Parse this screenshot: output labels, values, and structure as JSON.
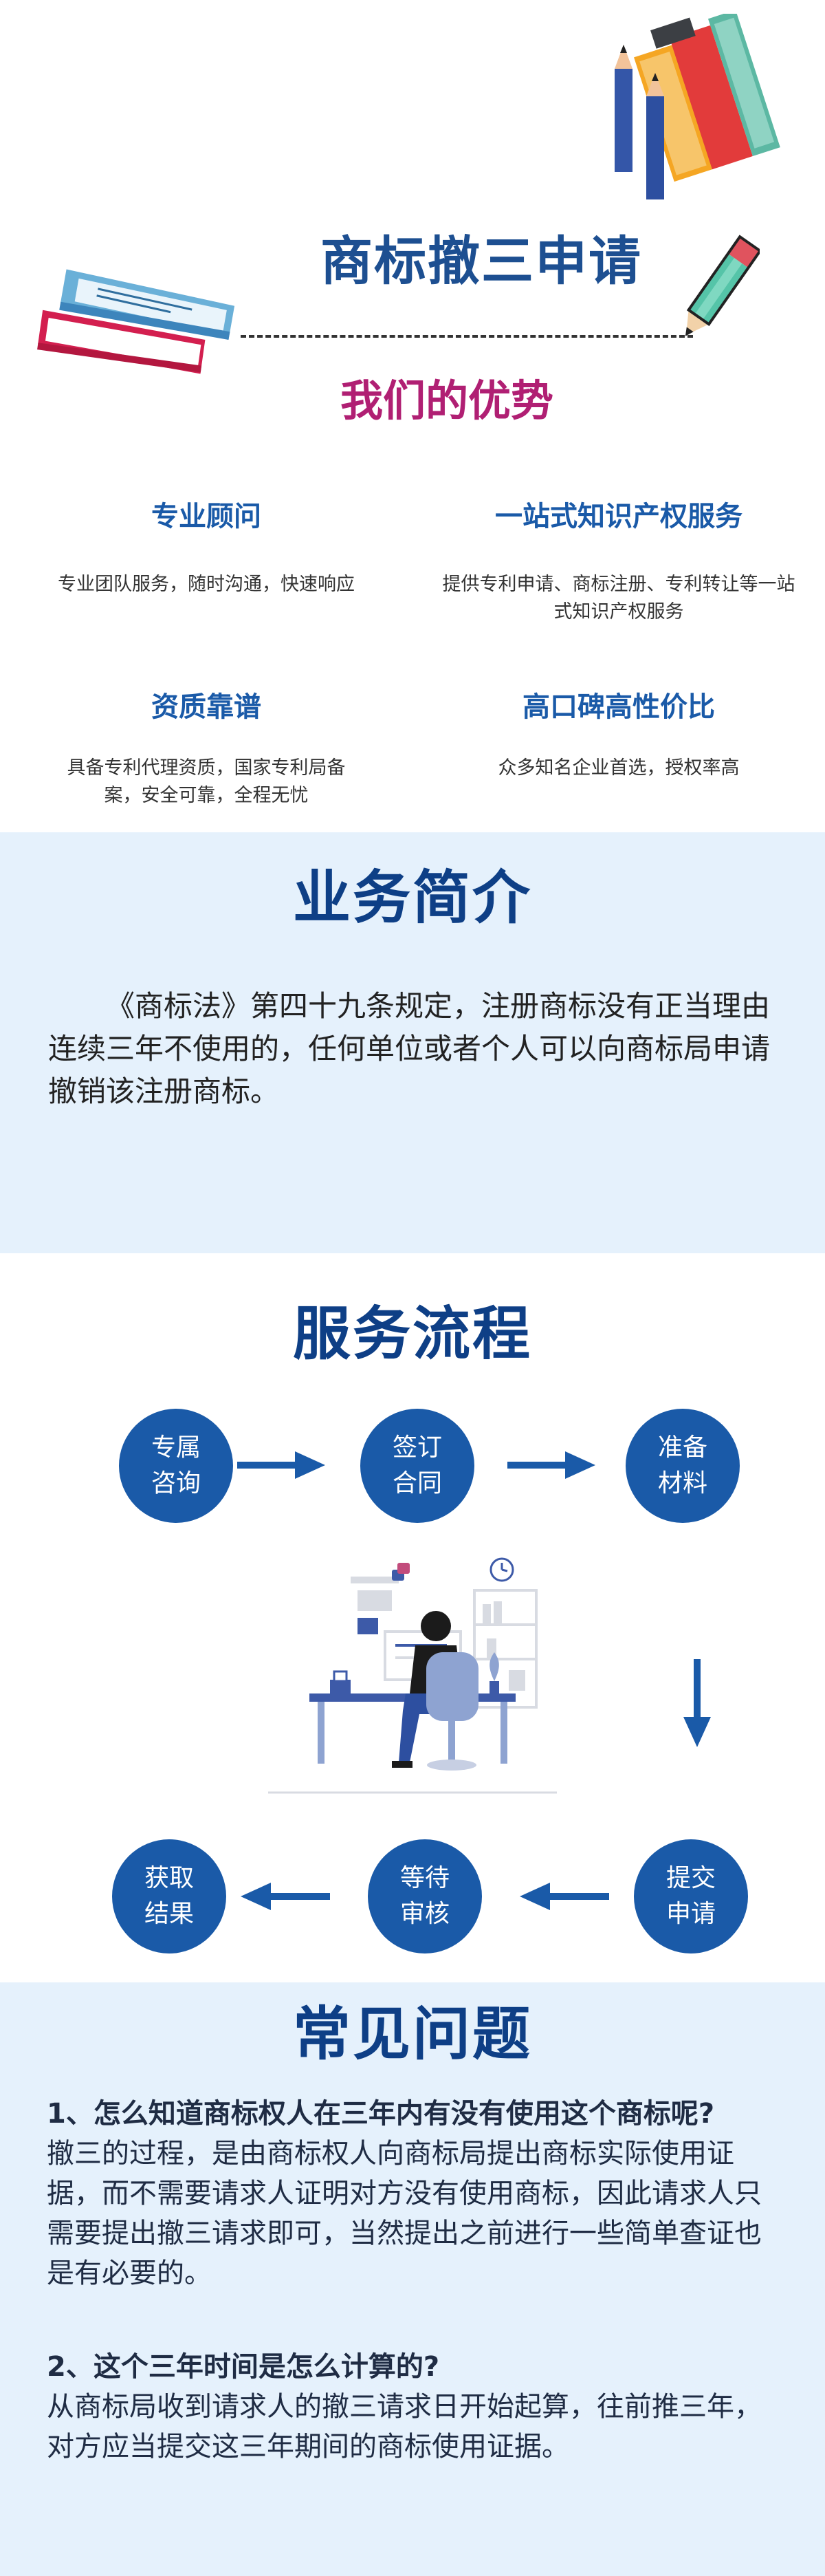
{
  "hero": {
    "title": "商标撤三申请",
    "subtitle": "我们的优势",
    "advantages": [
      {
        "title": "专业顾问",
        "desc": "专业团队服务，随时沟通，快速响应"
      },
      {
        "title": "一站式知识产权服务",
        "desc": "提供专利申请、商标注册、专利转让等一站式知识产权服务"
      },
      {
        "title": "资质靠谱",
        "desc": "具备专利代理资质，国家专利局备案，安全可靠，全程无忧"
      },
      {
        "title": "高口碑高性价比",
        "desc": "众多知名企业首选，授权率高"
      }
    ]
  },
  "intro": {
    "title": "业务简介",
    "text": "《商标法》第四十九条规定，注册商标没有正当理由连续三年不使用的，任何单位或者个人可以向商标局申请撤销该注册商标。"
  },
  "process": {
    "title": "服务流程",
    "steps": [
      {
        "line1": "专属",
        "line2": "咨询"
      },
      {
        "line1": "签订",
        "line2": "合同"
      },
      {
        "line1": "准备",
        "line2": "材料"
      },
      {
        "line1": "提交",
        "line2": "申请"
      },
      {
        "line1": "等待",
        "line2": "审核"
      },
      {
        "line1": "获取",
        "line2": "结果"
      }
    ]
  },
  "faq": {
    "title": "常见问题",
    "items": [
      {
        "q": "1、怎么知道商标权人在三年内有没有使用这个商标呢?",
        "a": "撤三的过程，是由商标权人向商标局提出商标实际使用证据，而不需要请求人证明对方没有使用商标，因此请求人只需要提出撤三请求即可，当然提出之前进行一些简单查证也是有必要的。"
      },
      {
        "q": "2、这个三年时间是怎么计算的?",
        "a": "从商标局收到请求人的撤三请求日开始起算，往前推三年，对方应当提交这三年期间的商标使用证据。"
      }
    ]
  },
  "colors": {
    "primary": "#1a5aa8",
    "title_blue": "#0e3f86",
    "accent_magenta": "#b01f73",
    "light_bg": "#e5f1fc"
  },
  "icons": [
    "books-icon",
    "pencil-icon",
    "arrow-right-icon",
    "arrow-down-icon",
    "arrow-left-icon",
    "person-at-desk-illustration"
  ]
}
